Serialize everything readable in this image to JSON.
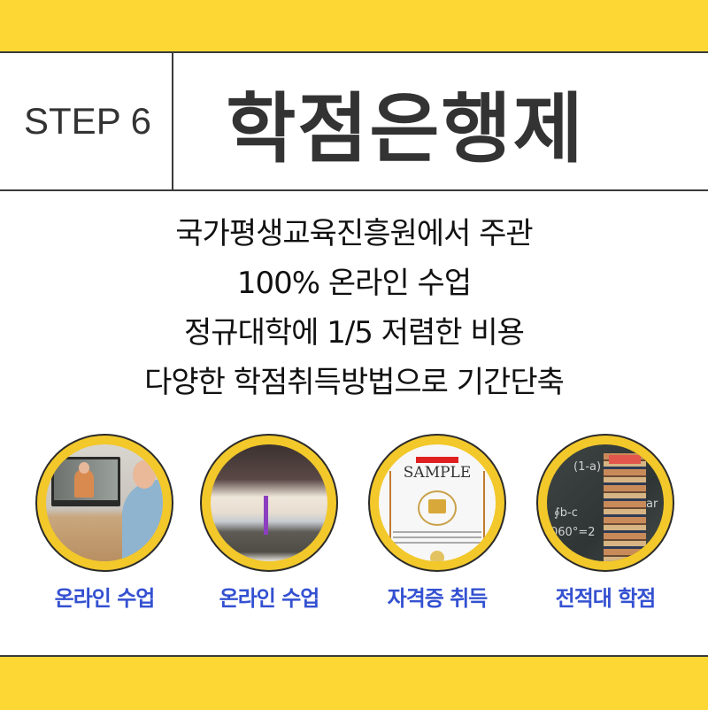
{
  "header": {
    "step_label": "STEP 6",
    "title": "학점은행제"
  },
  "description": {
    "lines": [
      "국가평생교육진흥원에서 주관",
      "100% 온라인 수업",
      "정규대학에 1/5 저렴한 비용",
      "다양한 학점취득방법으로 기간단축"
    ]
  },
  "features": [
    {
      "label": "온라인 수업",
      "image": "online-class-photo"
    },
    {
      "label": "온라인 수업",
      "image": "books-photo"
    },
    {
      "label": "자격증 취득",
      "image": "certificate-photo",
      "image_text": "SAMPLE"
    },
    {
      "label": "전적대 학점",
      "image": "book-stack-chalkboard-photo"
    }
  ],
  "colors": {
    "band_yellow": "#fdd835",
    "ring_yellow": "#f2c82a",
    "text_dark": "#333333",
    "label_blue": "#3451d1",
    "divider": "#3a3a3a"
  }
}
